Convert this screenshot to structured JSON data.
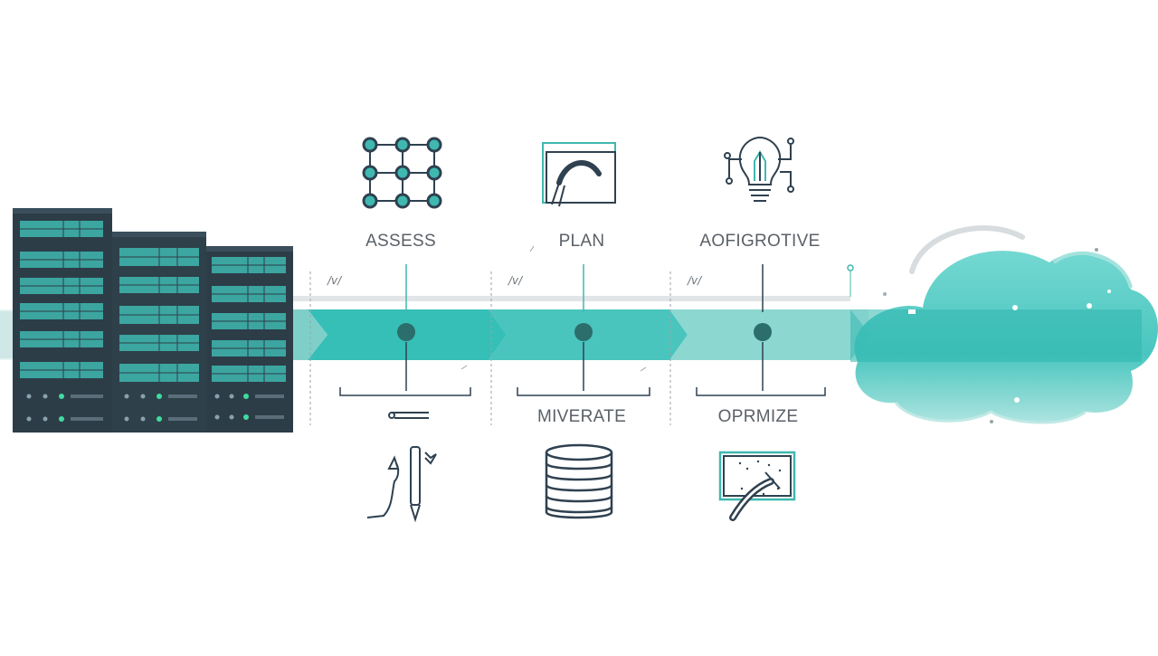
{
  "diagram": {
    "source": "on-premise-servers",
    "destination": "cloud",
    "steps_top": [
      {
        "label": "ASSESS",
        "icon": "network-grid-icon"
      },
      {
        "label": "PLAN",
        "icon": "folder-plan-icon"
      },
      {
        "label": "AOFIGROTIVE",
        "icon": "lightbulb-circuit-icon"
      }
    ],
    "steps_bottom": [
      {
        "label": "",
        "icon": "tools-icon"
      },
      {
        "label": "MIVERATE",
        "icon": "database-icon"
      },
      {
        "label": "OPRMIZE",
        "icon": "monitor-tune-icon"
      }
    ],
    "colors": {
      "teal": "#38c3b9",
      "teal_light": "#8fd9d3",
      "teal_pale": "#cfeeed",
      "server_dark": "#2c3d48",
      "server_led": "#3fb8b0",
      "ink": "#2f4150"
    }
  }
}
